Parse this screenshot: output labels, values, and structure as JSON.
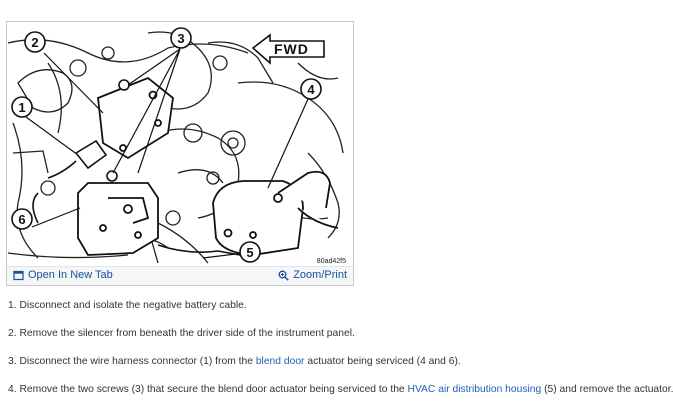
{
  "figure": {
    "fwd_label": "FWD",
    "figure_id": "80ad42f5",
    "callouts": [
      "1",
      "2",
      "3",
      "4",
      "5",
      "6"
    ],
    "open_new_tab": "Open In New Tab",
    "zoom_print": "Zoom/Print",
    "icons": {
      "open_new_tab": "open-new-tab-icon",
      "zoom": "zoom-icon"
    },
    "link_color": "#1a4f9c"
  },
  "steps": [
    {
      "text": "1. Disconnect and isolate the negative battery cable."
    },
    {
      "text": "2. Remove the silencer from beneath the driver side of the instrument panel."
    },
    {
      "before": "3. Disconnect the wire harness connector (1) from the ",
      "link": "blend door",
      "after": " actuator being serviced (4 and 6)."
    },
    {
      "before": "4. Remove the two screws (3) that secure the blend door actuator being serviced to the ",
      "link": "HVAC air distribution housing",
      "after": " (5) and remove the actuator."
    }
  ]
}
